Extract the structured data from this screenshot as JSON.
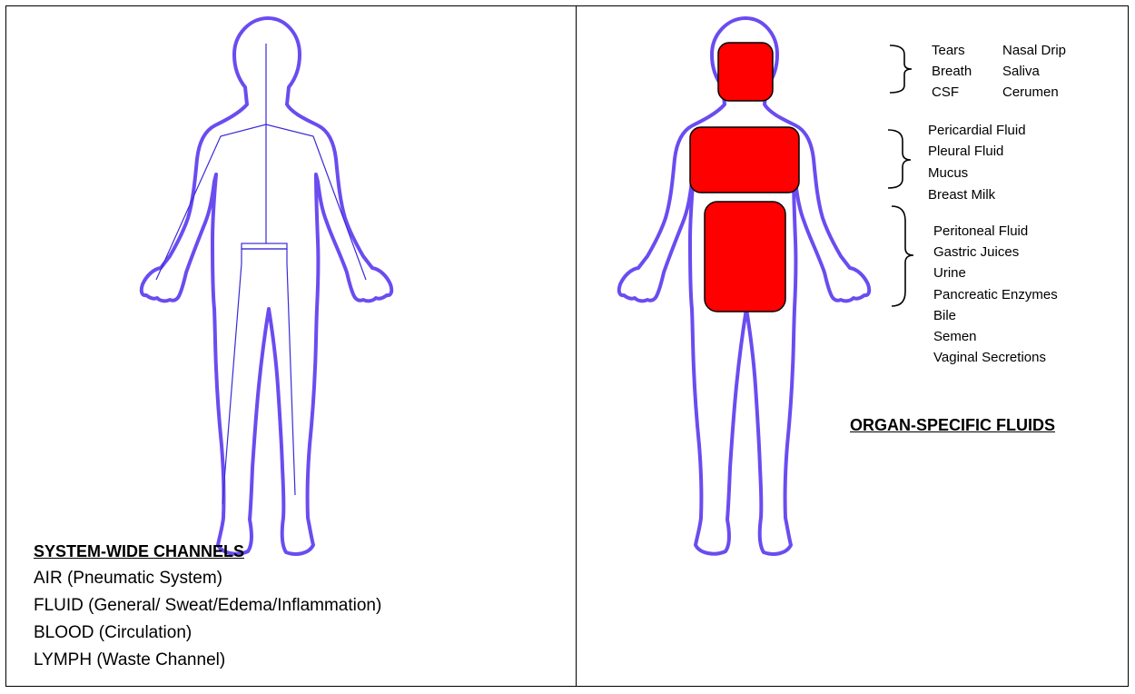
{
  "left_panel": {
    "heading": "SYSTEM-WIDE CHANNELS",
    "channels": [
      "AIR (Pneumatic System)",
      "FLUID (General/ Sweat/Edema/Inflammation)",
      "BLOOD (Circulation)",
      "LYMPH (Waste Channel)"
    ]
  },
  "right_panel": {
    "heading": "ORGAN-SPECIFIC FLUIDS",
    "groups": [
      {
        "region": "head",
        "fluids": [
          "Tears",
          "Nasal Drip",
          "Breath",
          "Saliva",
          "CSF",
          "Cerumen"
        ]
      },
      {
        "region": "chest",
        "fluids": [
          "Pericardial Fluid",
          "Pleural Fluid",
          "Mucus",
          "Breast Milk"
        ]
      },
      {
        "region": "abdomen",
        "fluids": [
          "Peritoneal Fluid",
          "Gastric Juices",
          "Urine",
          "Pancreatic Enzymes",
          "Bile",
          "Semen",
          "Vaginal Secretions"
        ]
      }
    ]
  },
  "colors": {
    "outline": "#6a4cf0",
    "organ_fill": "#ff0000",
    "channel_line": "#3a2ad8"
  }
}
